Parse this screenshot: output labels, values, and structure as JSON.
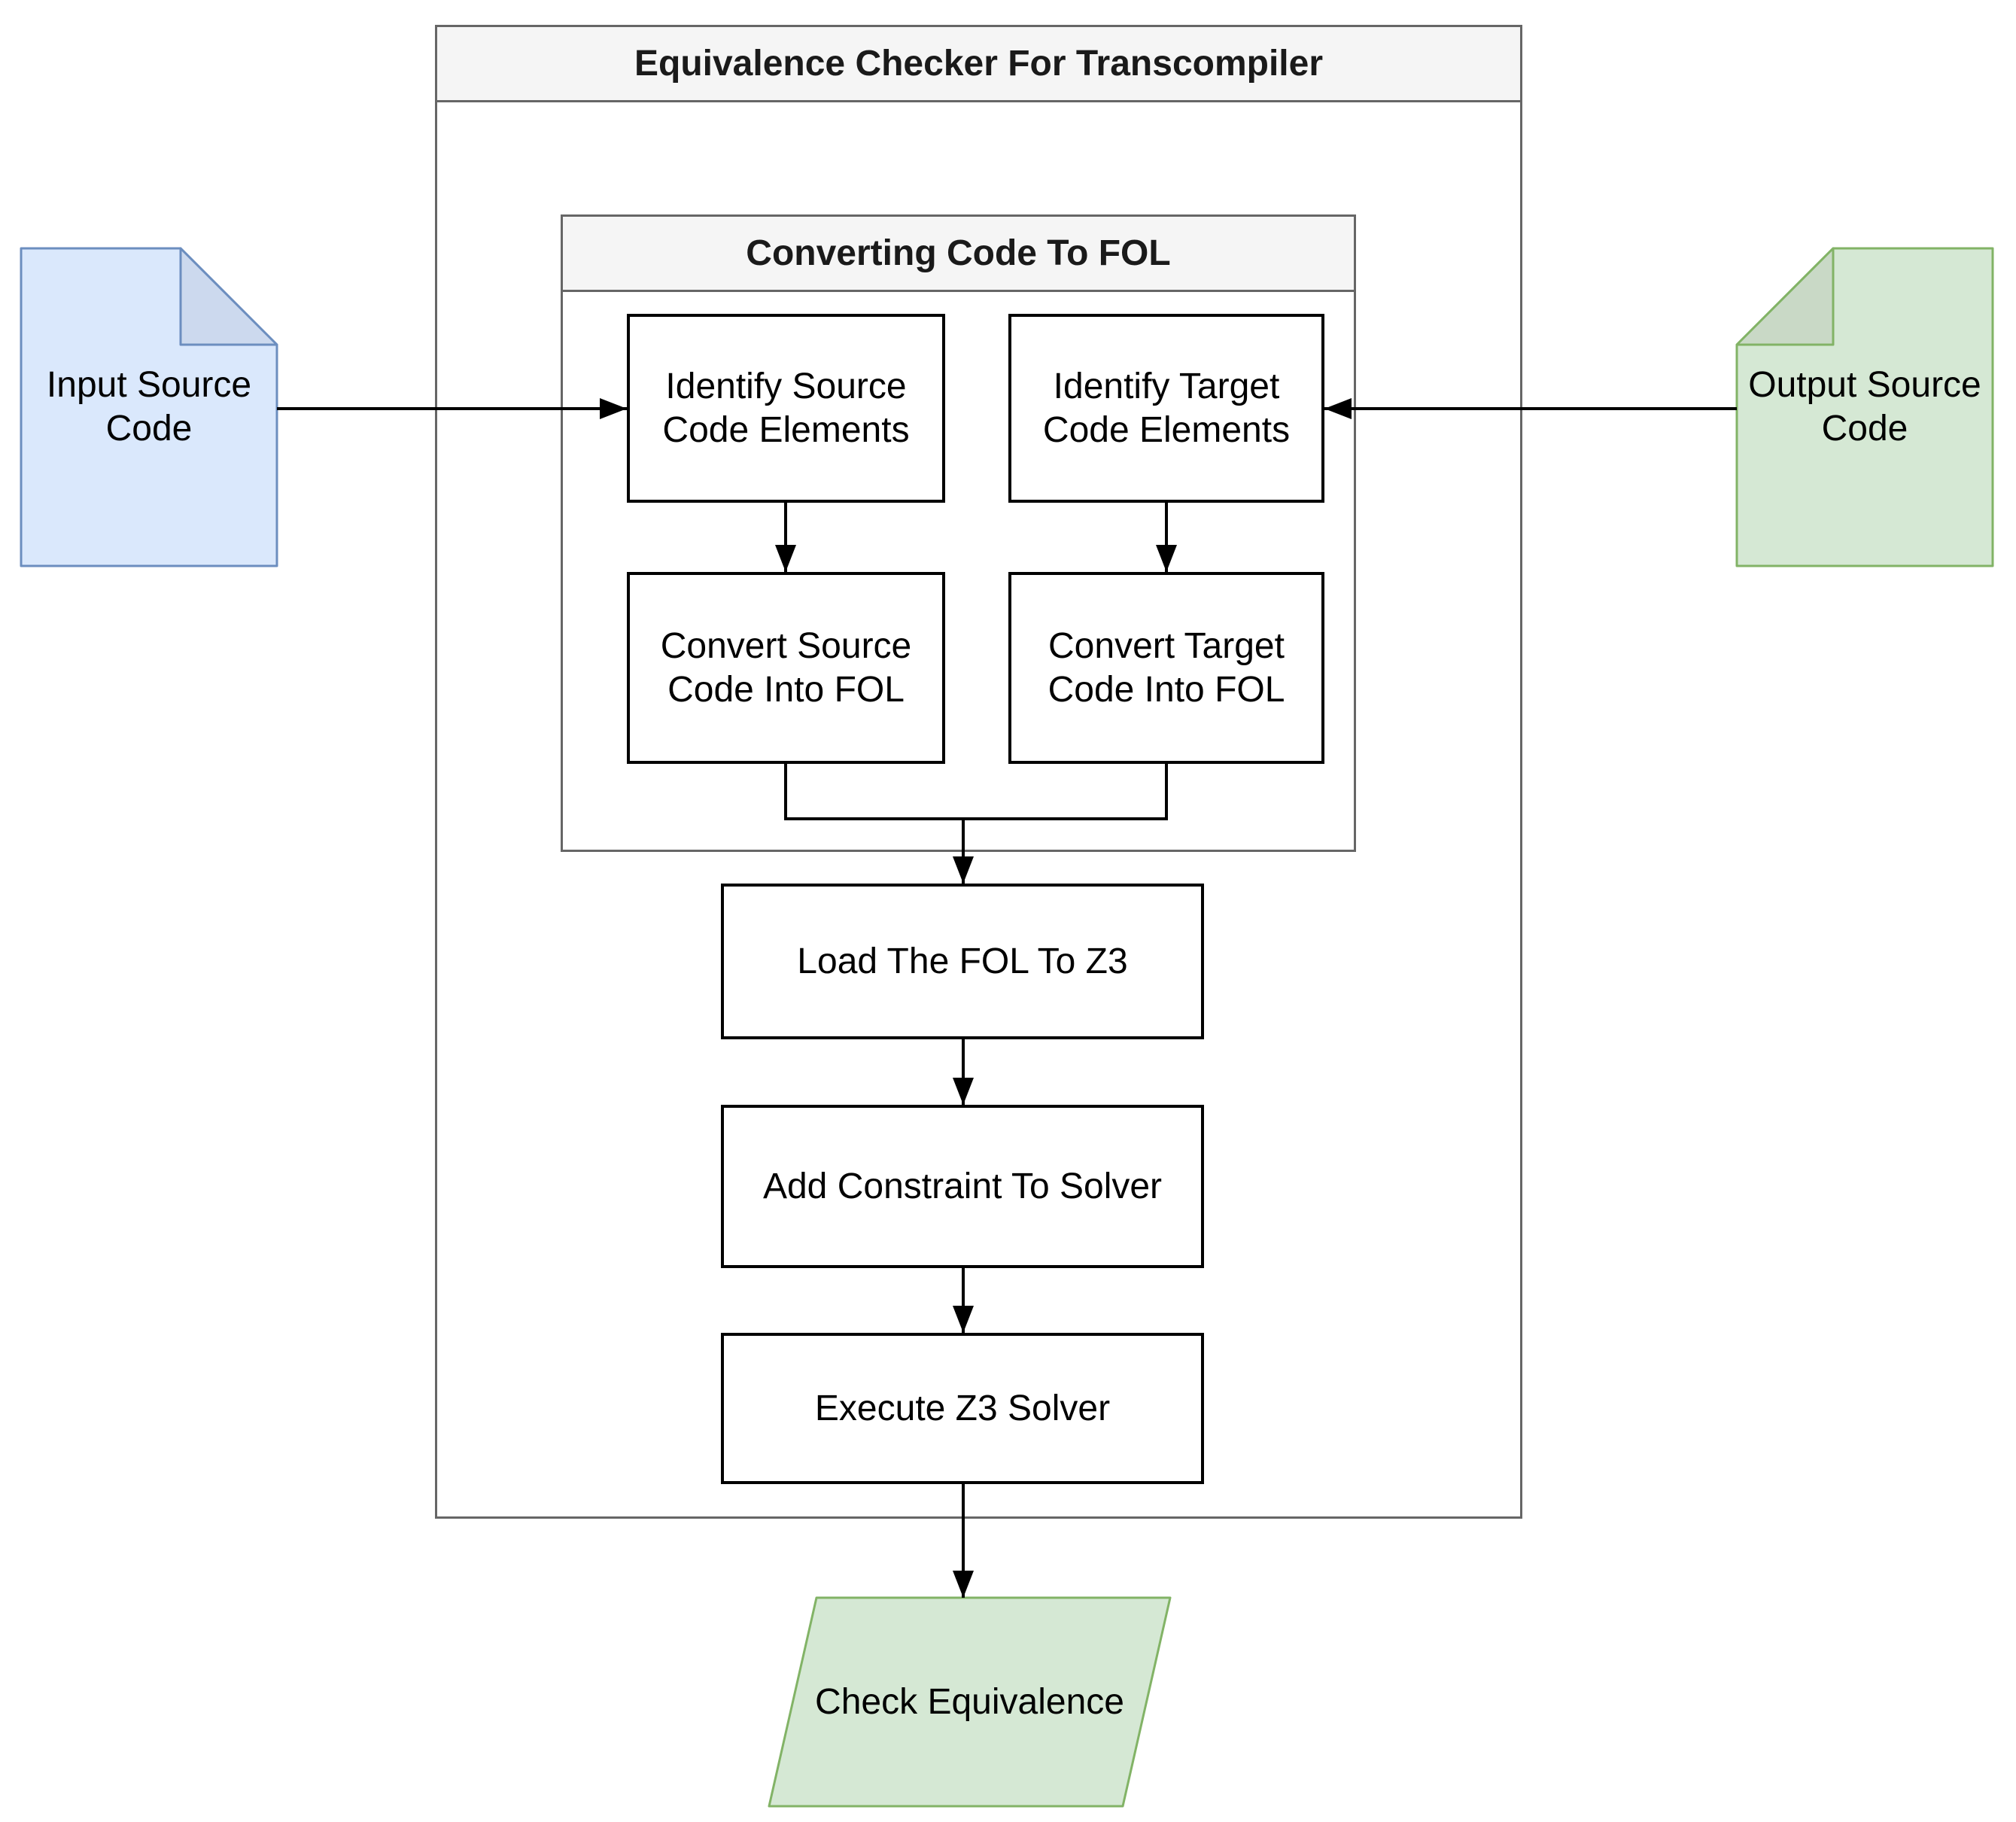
{
  "diagram": {
    "containers": {
      "outer": {
        "title": "Equivalence Checker For Transcompiler"
      },
      "inner": {
        "title": "Converting Code To FOL"
      }
    },
    "nodes": {
      "input_doc": {
        "label": "Input Source Code",
        "type": "document",
        "fill": "#dae8fc",
        "fold_fill": "#ccd9ee",
        "stroke": "#6c8ebf"
      },
      "output_doc": {
        "label": "Output Source Code",
        "type": "document",
        "fill": "#d5e8d4",
        "fold_fill": "#c9d9c6",
        "stroke": "#82b366"
      },
      "identify_source": {
        "label": "Identify Source Code Elements",
        "type": "process"
      },
      "identify_target": {
        "label": "Identify Target Code Elements",
        "type": "process"
      },
      "convert_source": {
        "label": "Convert Source Code Into FOL",
        "type": "process"
      },
      "convert_target": {
        "label": "Convert Target Code Into FOL",
        "type": "process"
      },
      "load_fol": {
        "label": "Load The FOL To Z3",
        "type": "process"
      },
      "add_constraint": {
        "label": "Add Constraint To Solver",
        "type": "process"
      },
      "execute_solver": {
        "label": "Execute Z3 Solver",
        "type": "process"
      },
      "check_equivalence": {
        "label": "Check Equivalence",
        "type": "parallelogram",
        "fill": "#d5e8d4",
        "stroke": "#82b366"
      }
    },
    "edges": [
      {
        "from": "input_doc",
        "to": "identify_source"
      },
      {
        "from": "output_doc",
        "to": "identify_target"
      },
      {
        "from": "identify_source",
        "to": "convert_source"
      },
      {
        "from": "identify_target",
        "to": "convert_target"
      },
      {
        "from": "convert_source",
        "to": "load_fol"
      },
      {
        "from": "convert_target",
        "to": "load_fol"
      },
      {
        "from": "load_fol",
        "to": "add_constraint"
      },
      {
        "from": "add_constraint",
        "to": "execute_solver"
      },
      {
        "from": "execute_solver",
        "to": "check_equivalence"
      }
    ],
    "colors": {
      "container_header_fill": "#f5f5f5",
      "container_border": "#666666",
      "process_fill": "#ffffff",
      "process_border": "#000000",
      "arrow": "#000000",
      "text": "#000000"
    }
  }
}
